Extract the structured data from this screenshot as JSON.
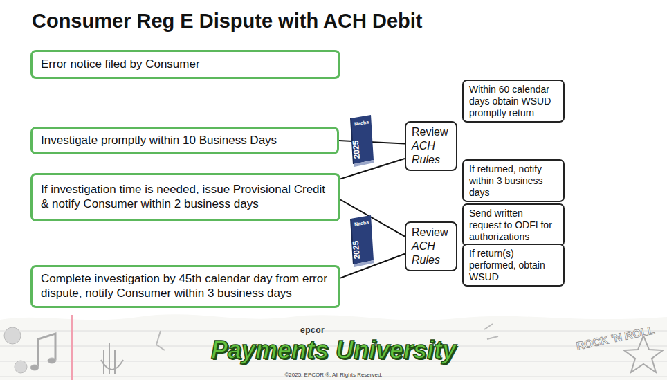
{
  "diagram": {
    "title": "Consumer Reg E Dispute with ACH Debit",
    "nodes": [
      {
        "text": [
          "Error notice filed by Consumer"
        ]
      },
      {
        "text": [
          "Investigate promptly within 10 Business Days"
        ]
      },
      {
        "text": [
          "If investigation time is needed, issue Provisional Credit & notify Consumer within 2 business days"
        ]
      },
      {
        "text": [
          "Complete investigation by 45th calendar day from error dispute, notify Consumer within 3 business days"
        ]
      },
      {
        "text": [
          "Within 60 calendar days obtain WSUD promptly return"
        ]
      },
      {
        "text": [
          "Review",
          "ACH Rules"
        ]
      },
      {
        "text": [
          "If returned, notify within 3 business days"
        ]
      },
      {
        "text": [
          "Send written request to ODFI for authorizations"
        ]
      },
      {
        "text": [
          "Review",
          "ACH Rules"
        ]
      },
      {
        "text": [
          "If return(s) performed, obtain WSUD"
        ]
      }
    ],
    "edges": [
      {
        "from": 1,
        "to": 5,
        "arrow": "none"
      },
      {
        "from": 2,
        "to": 5,
        "arrow": "none"
      },
      {
        "from": 2,
        "to": 8,
        "arrow": "none"
      },
      {
        "from": 3,
        "to": 8,
        "arrow": "none"
      }
    ],
    "labels": [
      "Nacha",
      "2025",
      "Nacha",
      "2025",
      "epcor",
      "Payments University",
      "ROCK 'N ROLL",
      "©2025, EPCOR ®. All Rights Reserved."
    ]
  }
}
